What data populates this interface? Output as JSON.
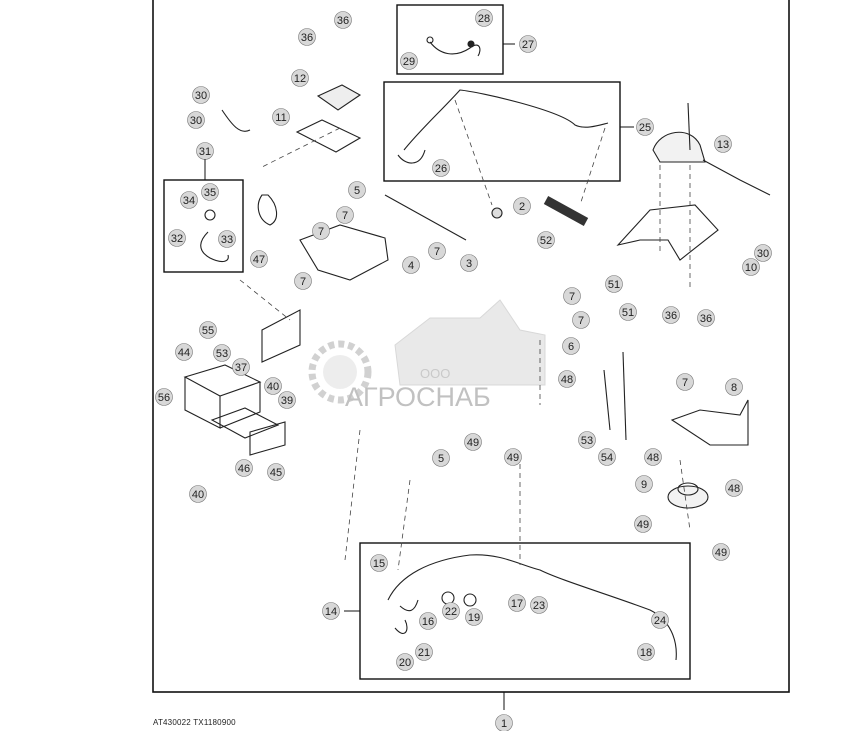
{
  "figure": {
    "footer_code": "AT430022  TX1180900",
    "watermark": {
      "prefix": "ООО",
      "name": "АГРОСНАБ"
    },
    "callouts": [
      {
        "id": "c36a",
        "text": "36"
      },
      {
        "id": "c36b",
        "text": "36"
      },
      {
        "id": "c28",
        "text": "28"
      },
      {
        "id": "c29",
        "text": "29"
      },
      {
        "id": "c27",
        "text": "27"
      },
      {
        "id": "c12",
        "text": "12"
      },
      {
        "id": "c30a",
        "text": "30"
      },
      {
        "id": "c30b",
        "text": "30"
      },
      {
        "id": "c11",
        "text": "11"
      },
      {
        "id": "c25",
        "text": "25"
      },
      {
        "id": "c13",
        "text": "13"
      },
      {
        "id": "c26",
        "text": "26"
      },
      {
        "id": "c31",
        "text": "31"
      },
      {
        "id": "c35",
        "text": "35"
      },
      {
        "id": "c34",
        "text": "34"
      },
      {
        "id": "c32",
        "text": "32"
      },
      {
        "id": "c33",
        "text": "33"
      },
      {
        "id": "c5a",
        "text": "5"
      },
      {
        "id": "c7a",
        "text": "7"
      },
      {
        "id": "c2",
        "text": "2"
      },
      {
        "id": "c47",
        "text": "47"
      },
      {
        "id": "c52",
        "text": "52"
      },
      {
        "id": "c7b",
        "text": "7"
      },
      {
        "id": "c4",
        "text": "4"
      },
      {
        "id": "c7c",
        "text": "7"
      },
      {
        "id": "c3",
        "text": "3"
      },
      {
        "id": "c7d",
        "text": "7"
      },
      {
        "id": "c10",
        "text": "10"
      },
      {
        "id": "c30c",
        "text": "30"
      },
      {
        "id": "c51a",
        "text": "51"
      },
      {
        "id": "c51b",
        "text": "51"
      },
      {
        "id": "c36c",
        "text": "36"
      },
      {
        "id": "c36d",
        "text": "36"
      },
      {
        "id": "c7e",
        "text": "7"
      },
      {
        "id": "c7f",
        "text": "7"
      },
      {
        "id": "c55",
        "text": "55"
      },
      {
        "id": "c53a",
        "text": "53"
      },
      {
        "id": "c6",
        "text": "6"
      },
      {
        "id": "c37",
        "text": "37"
      },
      {
        "id": "c44",
        "text": "44"
      },
      {
        "id": "c48a",
        "text": "48"
      },
      {
        "id": "c40a",
        "text": "40"
      },
      {
        "id": "c39",
        "text": "39"
      },
      {
        "id": "c7g",
        "text": "7"
      },
      {
        "id": "c8",
        "text": "8"
      },
      {
        "id": "c56",
        "text": "56"
      },
      {
        "id": "c53b",
        "text": "53"
      },
      {
        "id": "c49a",
        "text": "49"
      },
      {
        "id": "c49b",
        "text": "49"
      },
      {
        "id": "c54",
        "text": "54"
      },
      {
        "id": "c46",
        "text": "46"
      },
      {
        "id": "c45",
        "text": "45"
      },
      {
        "id": "c5b",
        "text": "5"
      },
      {
        "id": "c48b",
        "text": "48"
      },
      {
        "id": "c48c",
        "text": "48"
      },
      {
        "id": "c9",
        "text": "9"
      },
      {
        "id": "c40b",
        "text": "40"
      },
      {
        "id": "c49c",
        "text": "49"
      },
      {
        "id": "c49d",
        "text": "49"
      },
      {
        "id": "c15",
        "text": "15"
      },
      {
        "id": "c14",
        "text": "14"
      },
      {
        "id": "c16",
        "text": "16"
      },
      {
        "id": "c22",
        "text": "22"
      },
      {
        "id": "c19",
        "text": "19"
      },
      {
        "id": "c17",
        "text": "17"
      },
      {
        "id": "c23",
        "text": "23"
      },
      {
        "id": "c24",
        "text": "24"
      },
      {
        "id": "c18",
        "text": "18"
      },
      {
        "id": "c20",
        "text": "20"
      },
      {
        "id": "c21",
        "text": "21"
      },
      {
        "id": "c1",
        "text": "1"
      }
    ]
  }
}
